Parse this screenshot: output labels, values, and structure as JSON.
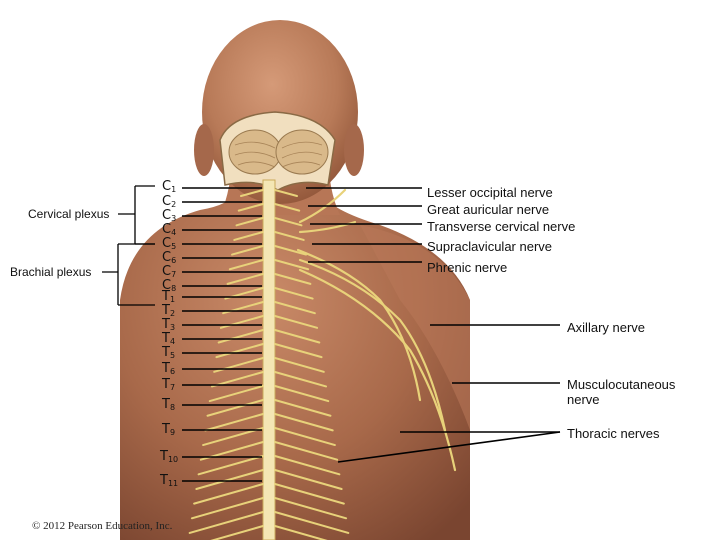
{
  "plexus_labels": {
    "cervical": "Cervical plexus",
    "brachial": "Brachial plexus"
  },
  "spinal_segments": [
    {
      "letter": "C",
      "num": "1"
    },
    {
      "letter": "C",
      "num": "2"
    },
    {
      "letter": "C",
      "num": "3"
    },
    {
      "letter": "C",
      "num": "4"
    },
    {
      "letter": "C",
      "num": "5"
    },
    {
      "letter": "C",
      "num": "6"
    },
    {
      "letter": "C",
      "num": "7"
    },
    {
      "letter": "C",
      "num": "8"
    },
    {
      "letter": "T",
      "num": "1"
    },
    {
      "letter": "T",
      "num": "2"
    },
    {
      "letter": "T",
      "num": "3"
    },
    {
      "letter": "T",
      "num": "4"
    },
    {
      "letter": "T",
      "num": "5"
    },
    {
      "letter": "T",
      "num": "6"
    },
    {
      "letter": "T",
      "num": "7"
    },
    {
      "letter": "T",
      "num": "8"
    },
    {
      "letter": "T",
      "num": "9"
    },
    {
      "letter": "T",
      "num": "10"
    },
    {
      "letter": "T",
      "num": "11"
    }
  ],
  "nerve_labels": {
    "lesser_occipital": "Lesser occipital nerve",
    "great_auricular": "Great auricular nerve",
    "transverse_cervical": "Transverse cervical nerve",
    "supraclavicular": "Supraclavicular nerve",
    "phrenic": "Phrenic nerve",
    "axillary": "Axillary nerve",
    "musculocutaneous_line1": "Musculocutaneous",
    "musculocutaneous_line2": "nerve",
    "thoracic": "Thoracic nerves"
  },
  "copyright": "© 2012 Pearson Education, Inc.",
  "colors": {
    "skin_light": "#c98a68",
    "skin_dark": "#8a4f36",
    "nerve": "#e8d27a",
    "leader": "#000000",
    "cerebellum": "#d9b98a"
  }
}
